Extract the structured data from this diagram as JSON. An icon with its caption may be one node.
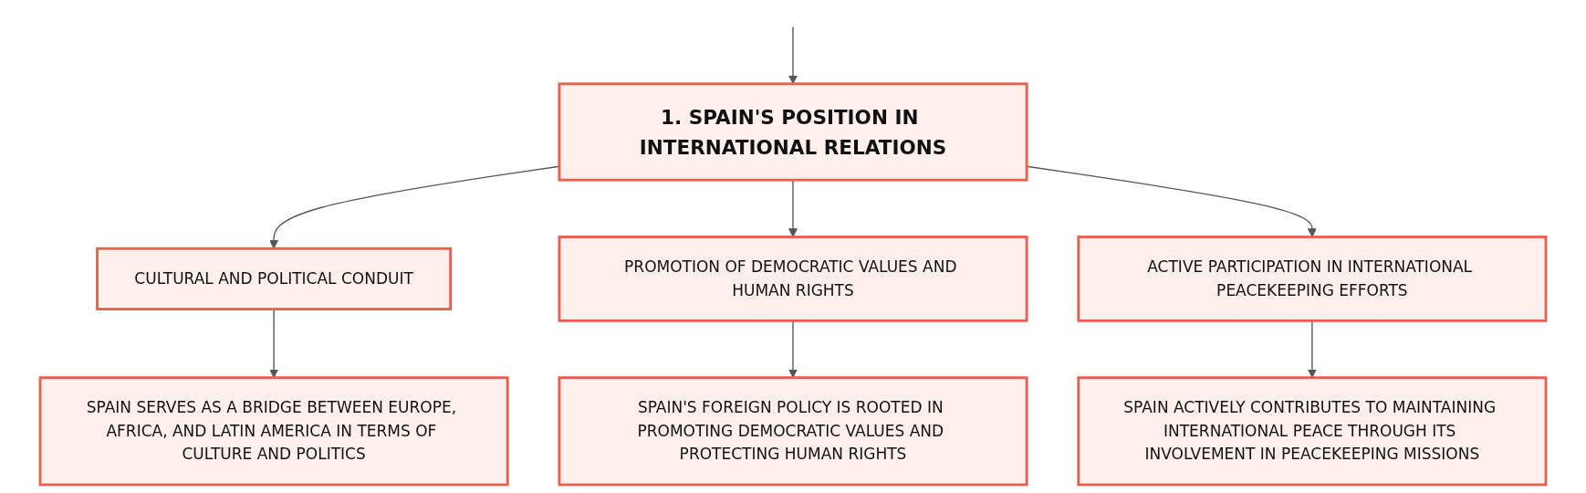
{
  "diagram": {
    "nodes": [
      {
        "text": [
          "1. SPAIN'S POSITION IN INTERNATIONAL RELATIONS"
        ]
      },
      {
        "text": [
          "CULTURAL AND POLITICAL CONDUIT"
        ]
      },
      {
        "text": [
          "PROMOTION OF DEMOCRATIC VALUES AND HUMAN RIGHTS"
        ]
      },
      {
        "text": [
          "ACTIVE PARTICIPATION IN INTERNATIONAL PEACEKEEPING EFFORTS"
        ]
      },
      {
        "text": [
          "SPAIN SERVES AS A BRIDGE BETWEEN EUROPE, AFRICA, AND LATIN AMERICA IN TERMS OF CULTURE AND POLITICS"
        ]
      },
      {
        "text": [
          "SPAIN'S FOREIGN POLICY IS ROOTED IN PROMOTING DEMOCRATIC VALUES AND PROTECTING HUMAN RIGHTS"
        ]
      },
      {
        "text": [
          "SPAIN ACTIVELY CONTRIBUTES TO MAINTAINING INTERNATIONAL PEACE THROUGH ITS INVOLVEMENT IN PEACEKEEPING MISSIONS"
        ]
      }
    ],
    "edges": [
      {
        "from": null,
        "to": 0,
        "arrow": "to"
      },
      {
        "from": 0,
        "to": 1,
        "arrow": "to"
      },
      {
        "from": 0,
        "to": 2,
        "arrow": "to"
      },
      {
        "from": 0,
        "to": 3,
        "arrow": "to"
      },
      {
        "from": 1,
        "to": 4,
        "arrow": "to"
      },
      {
        "from": 2,
        "to": 5,
        "arrow": "to"
      },
      {
        "from": 3,
        "to": 6,
        "arrow": "to"
      }
    ]
  }
}
